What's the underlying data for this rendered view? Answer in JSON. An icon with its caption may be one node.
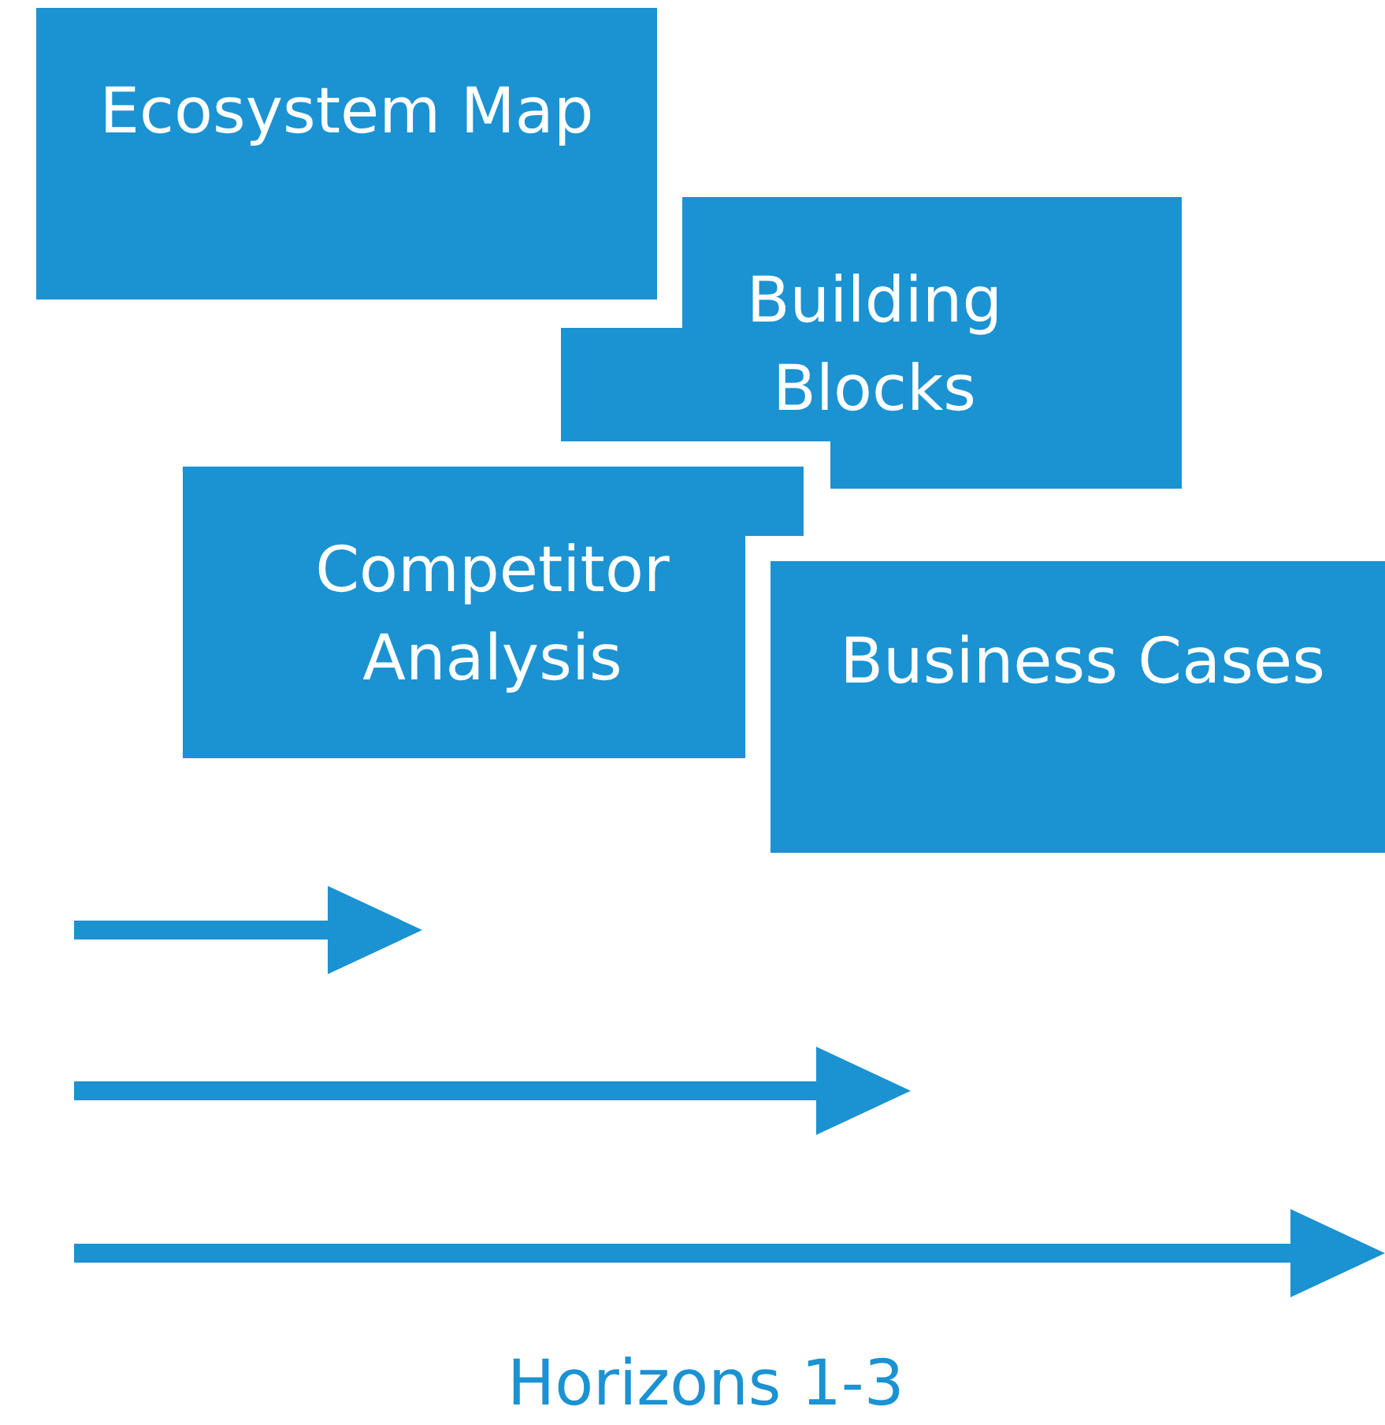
{
  "diagram": {
    "nodes": [
      {
        "text": [
          "Ecosystem Map"
        ]
      },
      {
        "text": [
          "Building Blocks"
        ]
      },
      {
        "text": [
          "Competitor Analysis"
        ]
      },
      {
        "text": [
          "Business Cases"
        ]
      }
    ],
    "edges": [],
    "labels": [
      "Horizons 1-3"
    ]
  }
}
